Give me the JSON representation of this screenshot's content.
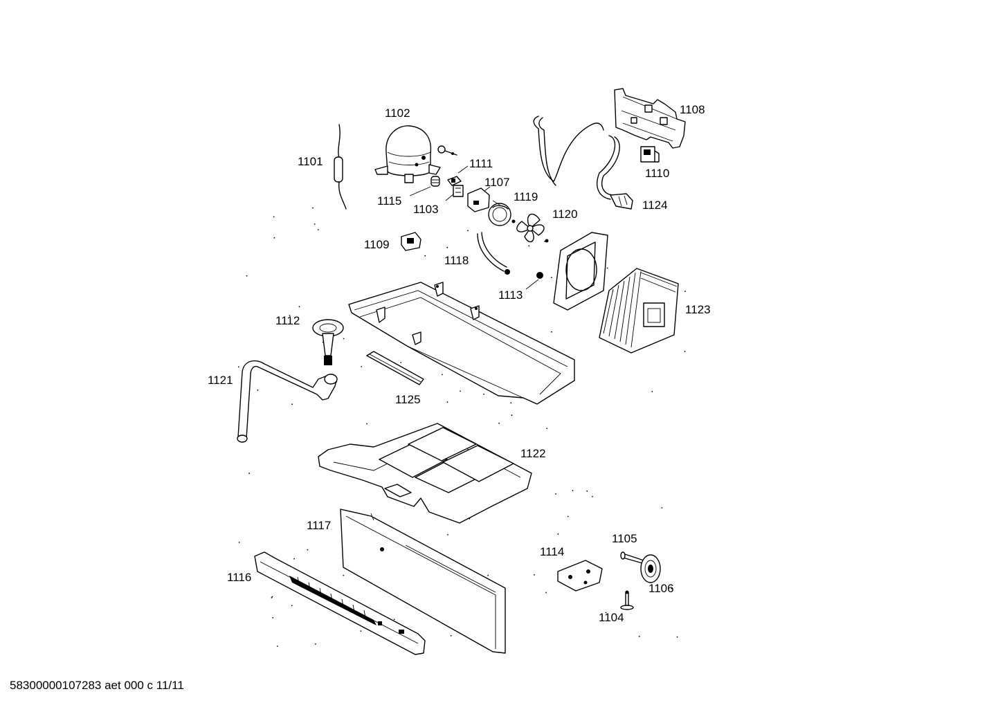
{
  "diagram": {
    "labels": {
      "p1101": "1101",
      "p1102": "1102",
      "p1103": "1103",
      "p1104": "1104",
      "p1105": "1105",
      "p1106": "1106",
      "p1107": "1107",
      "p1108": "1108",
      "p1109": "1109",
      "p1110": "1110",
      "p1111": "1111",
      "p1112": "1112",
      "p1113": "1113",
      "p1114": "1114",
      "p1115": "1115",
      "p1116": "1116",
      "p1117": "1117",
      "p1118": "1118",
      "p1119": "1119",
      "p1120": "1120",
      "p1121": "1121",
      "p1122": "1122",
      "p1123": "1123",
      "p1124": "1124",
      "p1125": "1125"
    }
  },
  "footer": {
    "code": "58300000107283 aet 000 c 11/11"
  }
}
